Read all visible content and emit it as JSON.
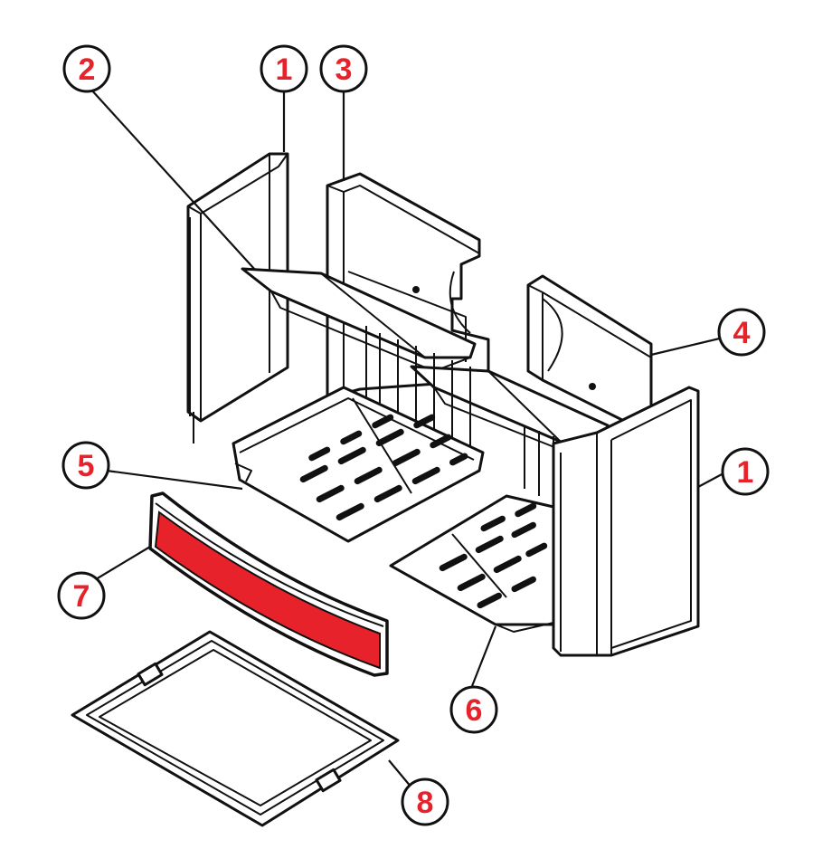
{
  "colors": {
    "accent": "#e8222a",
    "outline": "#111111",
    "background": "#ffffff"
  },
  "callouts": [
    {
      "id": "c1a",
      "label": "1"
    },
    {
      "id": "c2",
      "label": "2"
    },
    {
      "id": "c3",
      "label": "3"
    },
    {
      "id": "c4",
      "label": "4"
    },
    {
      "id": "c1b",
      "label": "1"
    },
    {
      "id": "c5",
      "label": "5"
    },
    {
      "id": "c7",
      "label": "7"
    },
    {
      "id": "c6",
      "label": "6"
    },
    {
      "id": "c8",
      "label": "8"
    }
  ]
}
